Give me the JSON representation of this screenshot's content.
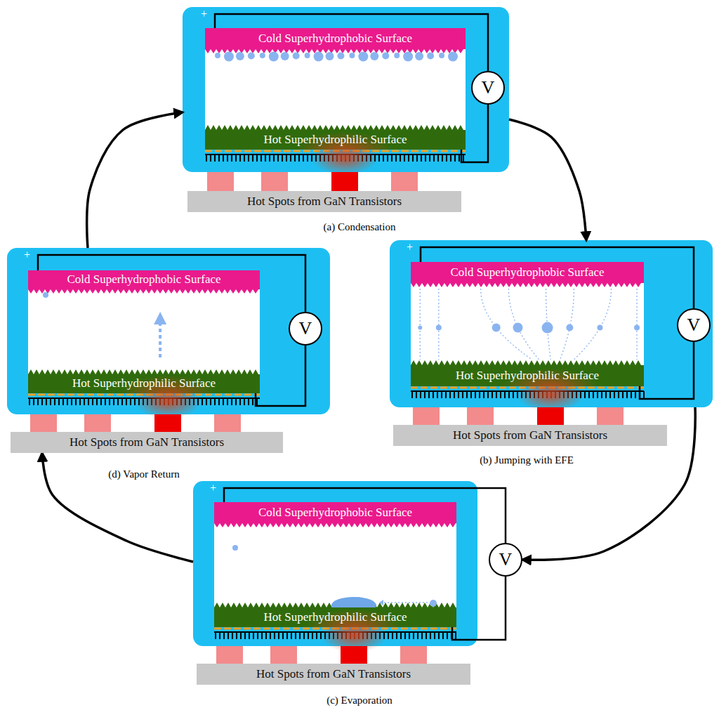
{
  "diagram": {
    "nodes": [
      {
        "text": [
          "+"
        ]
      },
      {
        "text": [
          "Cold Superhydrophobic Surface"
        ],
        "in": 0
      },
      {
        "text": [
          "Hot Superhydrophilic Surface"
        ],
        "in": 0
      },
      {
        "text": [
          "V"
        ],
        "in": 0
      },
      {
        "text": [
          "Hot Spots from GaN Transistors"
        ]
      },
      {
        "text": [
          "+"
        ]
      },
      {
        "text": [
          "Cold Superhydrophobic Surface"
        ],
        "in": 5
      },
      {
        "text": [
          "Hot Superhydrophilic Surface"
        ],
        "in": 5
      },
      {
        "text": [
          "V"
        ],
        "in": 5
      },
      {
        "text": [
          "Hot Spots from GaN Transistors"
        ]
      },
      {
        "text": [
          "+"
        ]
      },
      {
        "text": [
          "Cold Superhydrophobic Surface"
        ],
        "in": 10
      },
      {
        "text": [
          "Hot Superhydrophilic Surface"
        ],
        "in": 10
      },
      {
        "text": [
          "V"
        ],
        "in": 10
      },
      {
        "text": [
          "Hot Spots from GaN Transistors"
        ]
      },
      {
        "text": [
          "+"
        ]
      },
      {
        "text": [
          "Cold Superhydrophobic Surface"
        ],
        "in": 15
      },
      {
        "text": [
          "Hot Superhydrophilic Surface"
        ],
        "in": 15
      },
      {
        "text": [
          "V"
        ]
      },
      {
        "text": [
          "Hot Spots from GaN Transistors"
        ]
      }
    ],
    "edges": [
      {
        "from": 3,
        "to": 1,
        "arrow": "none"
      },
      {
        "from": 3,
        "to": 2,
        "arrow": "none"
      },
      {
        "from": 8,
        "to": 6,
        "arrow": "none"
      },
      {
        "from": 8,
        "to": 7,
        "arrow": "none"
      },
      {
        "from": 13,
        "to": 11,
        "arrow": "none"
      },
      {
        "from": 13,
        "to": 12,
        "arrow": "none"
      },
      {
        "from": 18,
        "to": 16,
        "arrow": "none"
      },
      {
        "from": 18,
        "to": 17,
        "arrow": "none"
      },
      {
        "from": 0,
        "to": 10,
        "arrow": "to"
      },
      {
        "from": 10,
        "to": 18,
        "arrow": "to"
      },
      {
        "from": 15,
        "to": 9,
        "arrow": "to"
      },
      {
        "from": 5,
        "to": 0,
        "arrow": "to"
      }
    ],
    "labels": [
      "(a) Condensation",
      "(d) Vapor Return",
      "(b) Jumping with EFE",
      "(c) Evaporation"
    ]
  }
}
